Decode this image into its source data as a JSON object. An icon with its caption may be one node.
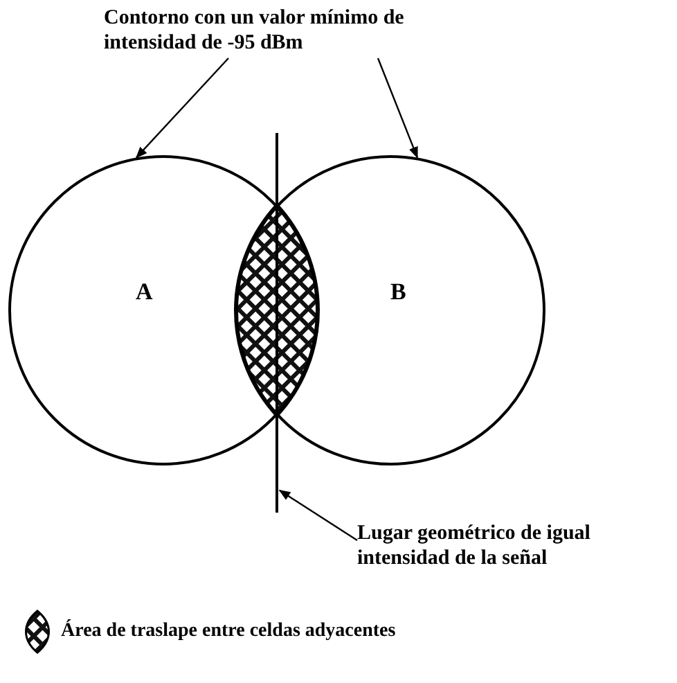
{
  "diagram": {
    "nodes": [
      {
        "text": [
          "Contorno con un valor mínimo de intensidad de -95 dBm"
        ]
      },
      {
        "text": [
          "A"
        ]
      },
      {
        "text": [
          "B"
        ]
      },
      {
        "text": [
          "Lugar geométrico de igual intensidad de la señal"
        ]
      },
      {
        "text": [],
        "shape": "line"
      },
      {
        "text": [],
        "shape": "lens"
      }
    ],
    "edges": [
      {
        "from": 0,
        "to": 1,
        "arrow": "to"
      },
      {
        "from": 0,
        "to": 2,
        "arrow": "to"
      },
      {
        "from": 3,
        "to": 4,
        "arrow": "to"
      }
    ],
    "legend": [
      {
        "text": "Área de traslape entre celdas adyacentes"
      }
    ]
  }
}
